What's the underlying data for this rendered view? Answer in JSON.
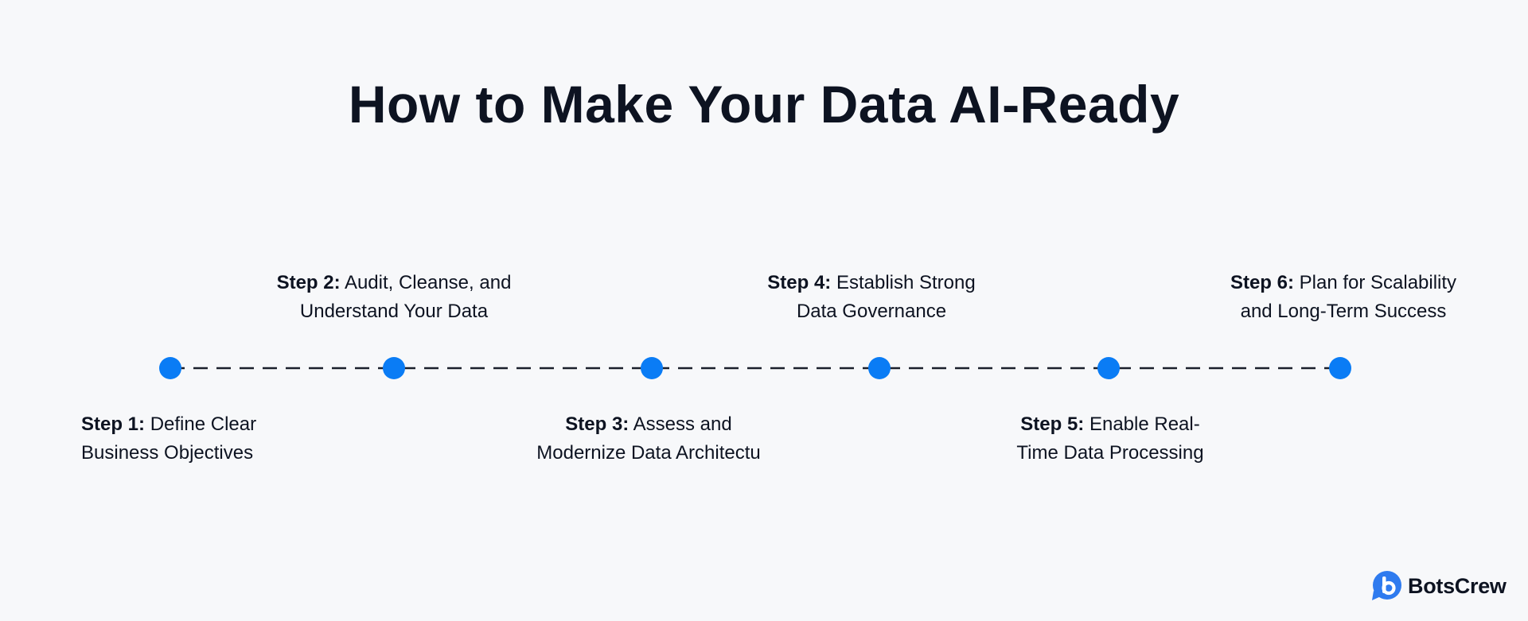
{
  "title": "How to Make Your Data AI-Ready",
  "steps": [
    {
      "num": "Step 1:",
      "line1_text": "Define Clear",
      "line2": "Business Objectives"
    },
    {
      "num": "Step 2:",
      "line1_text": "Audit, Cleanse, and",
      "line2": "Understand Your Data"
    },
    {
      "num": "Step 3:",
      "line1_text": "Assess and",
      "line2": "Modernize Data Architectu"
    },
    {
      "num": "Step 4:",
      "line1_text": "Establish Strong",
      "line2": "Data Governance"
    },
    {
      "num": "Step 5:",
      "line1_text": "Enable Real-",
      "line2": "Time Data Processing"
    },
    {
      "num": "Step 6:",
      "line1_text": "Plan for Scalability",
      "line2": "and Long-Term Success"
    }
  ],
  "colors": {
    "accent": "#0a7cf5",
    "text": "#0d1321",
    "dash": "#1a1f2b",
    "background": "#f7f8fa"
  },
  "logo": {
    "name": "BotsCrew",
    "icon": "botscrew-b-chat-icon"
  }
}
